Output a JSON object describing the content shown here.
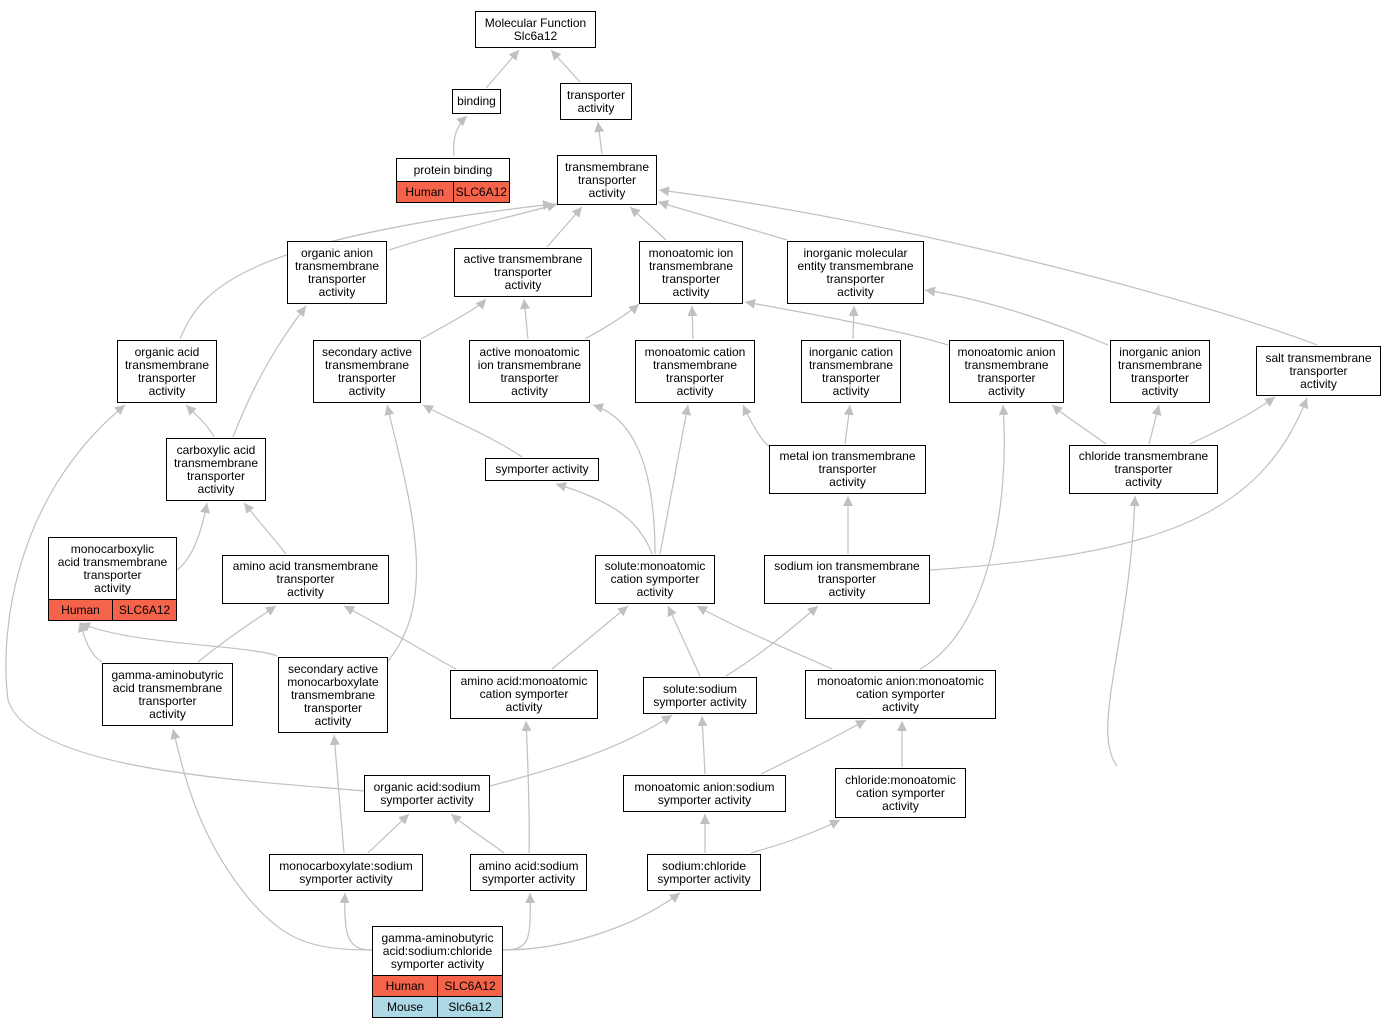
{
  "colors": {
    "edge": "#c0c0c0",
    "node_border": "#000000",
    "human": "#f5634a",
    "mouse": "#add8e6"
  },
  "nodes": {
    "mf": {
      "label": "Molecular Function\nSlc6a12"
    },
    "binding": {
      "label": "binding"
    },
    "transporter": {
      "label": "transporter\nactivity"
    },
    "protein_binding": {
      "label": "protein binding",
      "annotations": [
        {
          "species": "Human",
          "gene": "SLC6A12"
        }
      ]
    },
    "transmembrane": {
      "label": "transmembrane\ntransporter\nactivity"
    },
    "organic_anion": {
      "label": "organic anion\ntransmembrane\ntransporter\nactivity"
    },
    "active_tm": {
      "label": "active transmembrane\ntransporter\nactivity"
    },
    "monoatomic_ion": {
      "label": "monoatomic ion\ntransmembrane\ntransporter\nactivity"
    },
    "inorganic_molecular": {
      "label": "inorganic molecular\nentity transmembrane\ntransporter\nactivity"
    },
    "organic_acid": {
      "label": "organic acid\ntransmembrane\ntransporter\nactivity"
    },
    "secondary_active": {
      "label": "secondary active\ntransmembrane\ntransporter\nactivity"
    },
    "active_monoatomic": {
      "label": "active monoatomic\nion transmembrane\ntransporter\nactivity"
    },
    "monoatomic_cation": {
      "label": "monoatomic cation\ntransmembrane\ntransporter\nactivity"
    },
    "inorganic_cation": {
      "label": "inorganic cation\ntransmembrane\ntransporter\nactivity"
    },
    "monoatomic_anion": {
      "label": "monoatomic anion\ntransmembrane\ntransporter\nactivity"
    },
    "inorganic_anion": {
      "label": "inorganic anion\ntransmembrane\ntransporter\nactivity"
    },
    "salt": {
      "label": "salt transmembrane\ntransporter\nactivity"
    },
    "carboxylic": {
      "label": "carboxylic acid\ntransmembrane\ntransporter\nactivity"
    },
    "symporter": {
      "label": "symporter activity"
    },
    "metal_ion": {
      "label": "metal ion transmembrane\ntransporter\nactivity"
    },
    "chloride_tm": {
      "label": "chloride transmembrane\ntransporter\nactivity"
    },
    "monocarboxylic": {
      "label": "monocarboxylic\nacid transmembrane\ntransporter\nactivity",
      "annotations": [
        {
          "species": "Human",
          "gene": "SLC6A12"
        }
      ]
    },
    "amino_acid_tm": {
      "label": "amino acid transmembrane\ntransporter\nactivity"
    },
    "solute_monoatomic": {
      "label": "solute:monoatomic\ncation symporter\nactivity"
    },
    "sodium_ion": {
      "label": "sodium ion transmembrane\ntransporter\nactivity"
    },
    "gaba_tm": {
      "label": "gamma-aminobutyric\nacid transmembrane\ntransporter\nactivity"
    },
    "secondary_monocarboxylate": {
      "label": "secondary active\nmonocarboxylate\ntransmembrane\ntransporter\nactivity"
    },
    "amino_acid_monoatomic": {
      "label": "amino acid:monoatomic\ncation symporter\nactivity"
    },
    "solute_sodium": {
      "label": "solute:sodium\nsymporter activity"
    },
    "anion_monoatomic_cation": {
      "label": "monoatomic anion:monoatomic\ncation symporter\nactivity"
    },
    "organic_acid_sodium": {
      "label": "organic acid:sodium\nsymporter activity"
    },
    "anion_sodium": {
      "label": "monoatomic anion:sodium\nsymporter activity"
    },
    "chloride_monoatomic": {
      "label": "chloride:monoatomic\ncation symporter\nactivity"
    },
    "monocarboxylate_sodium": {
      "label": "monocarboxylate:sodium\nsymporter activity"
    },
    "amino_acid_sodium": {
      "label": "amino acid:sodium\nsymporter activity"
    },
    "sodium_chloride": {
      "label": "sodium:chloride\nsymporter activity"
    },
    "gaba_symporter": {
      "label": "gamma-aminobutyric\nacid:sodium:chloride\nsymporter activity",
      "annotations": [
        {
          "species": "Human",
          "gene": "SLC6A12"
        },
        {
          "species": "Mouse",
          "gene": "Slc6a12"
        }
      ]
    }
  }
}
